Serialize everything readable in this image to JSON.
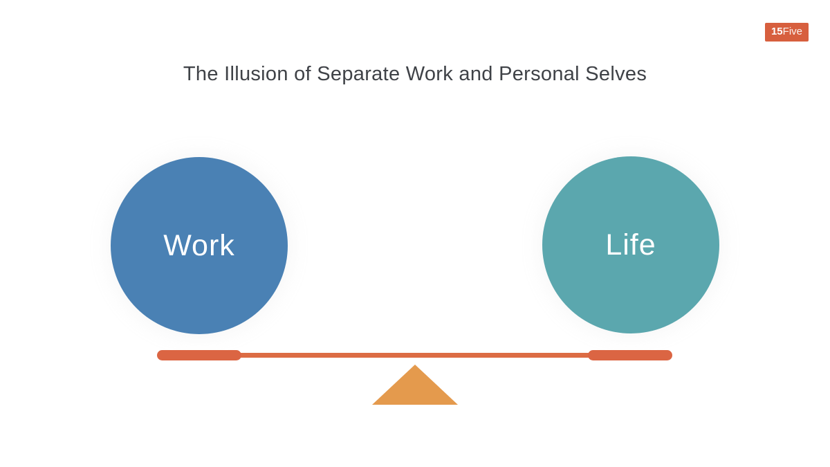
{
  "slide": {
    "title": "The Illusion of Separate Work and Personal Selves",
    "logo": {
      "bold": "15",
      "regular": "Five",
      "background_color": "#d75f3e",
      "text_color": "#ffffff"
    },
    "circles": [
      {
        "label": "Work",
        "color": "#4a81b4"
      },
      {
        "label": "Life",
        "color": "#5ba7ae"
      }
    ],
    "balance": {
      "beam_color": "#dc6c44",
      "end_cap_color": "#db6543",
      "fulcrum_color": "#e49a4d"
    },
    "title_color": "#3f4247",
    "background_color": "#ffffff"
  }
}
